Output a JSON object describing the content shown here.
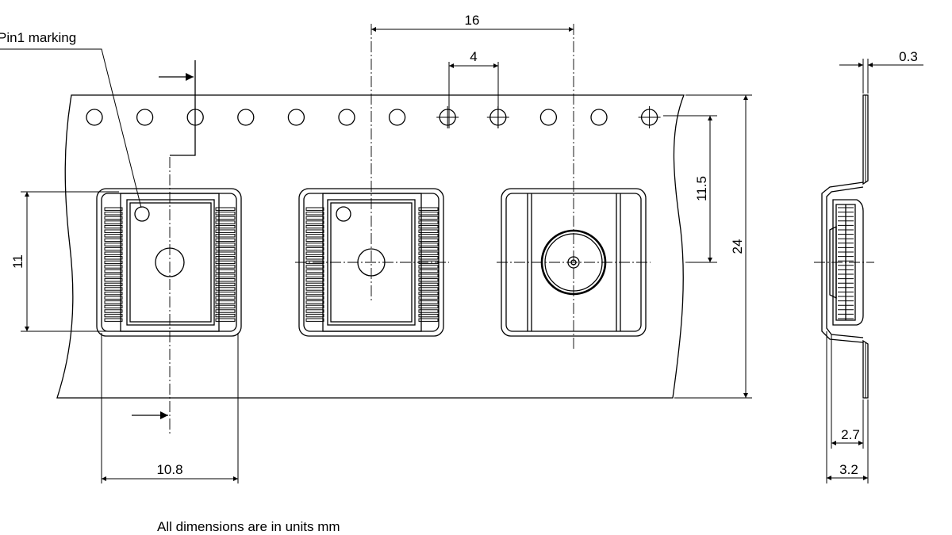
{
  "labels": {
    "pin1_marking": "Pin1 marking",
    "pitch_16": "16",
    "hole_pitch_4": "4",
    "thickness_0_3": "0.3",
    "offset_11_5": "11.5",
    "width_24": "24",
    "pocket_11": "11",
    "pocket_10_8": "10.8",
    "depth_2_7": "2.7",
    "depth_3_2": "3.2",
    "units_note": "All dimensions are in units mm"
  }
}
